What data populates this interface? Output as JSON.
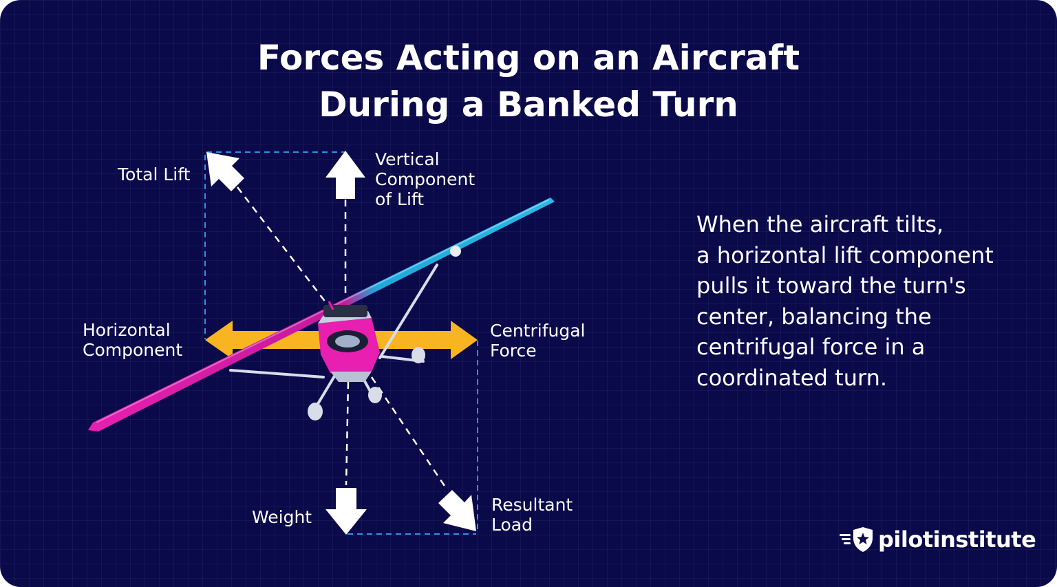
{
  "title": {
    "line1": "Forces Acting on an Aircraft",
    "line2": "During a Banked Turn"
  },
  "labels": {
    "total_lift": "Total Lift",
    "vertical_component": [
      "Vertical",
      "Component",
      "of Lift"
    ],
    "horizontal_component": [
      "Horizontal",
      "Component"
    ],
    "centrifugal_force": [
      "Centrifugal",
      "Force"
    ],
    "weight": "Weight",
    "resultant_load": [
      "Resultant",
      "Load"
    ]
  },
  "description": [
    "When the aircraft tilts,",
    "a horizontal lift component",
    "pulls it toward the turn's",
    "center, balancing the",
    "centrifugal force in a",
    "coordinated turn."
  ],
  "logo": {
    "text": "pilotinstitute",
    "icon": "shield-star-wings-icon"
  },
  "colors": {
    "background": "#0a0a4a",
    "horizontal_arrow": "#f8b421",
    "force_arrows": "#ffffff",
    "dashed_lines": "#2f8fe8",
    "wing_left": "#e81fb0",
    "wing_right": "#1fa8d8",
    "fuselage": "#e81fb0"
  }
}
